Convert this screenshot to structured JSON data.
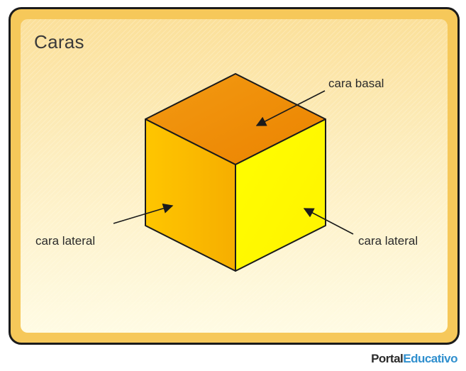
{
  "title": "Caras",
  "labels": {
    "top_face": "cara basal",
    "left_face": "cara lateral",
    "right_face": "cara lateral"
  },
  "logo": {
    "part1": "Portal",
    "part2": "Educativo"
  },
  "colors": {
    "top_face": "#f08c00",
    "left_face": "#f8b300",
    "right_face": "#ffff00",
    "edge": "#1b1b1b",
    "frame_outer": "#f6c85a",
    "logo_accent": "#2f8fce"
  }
}
